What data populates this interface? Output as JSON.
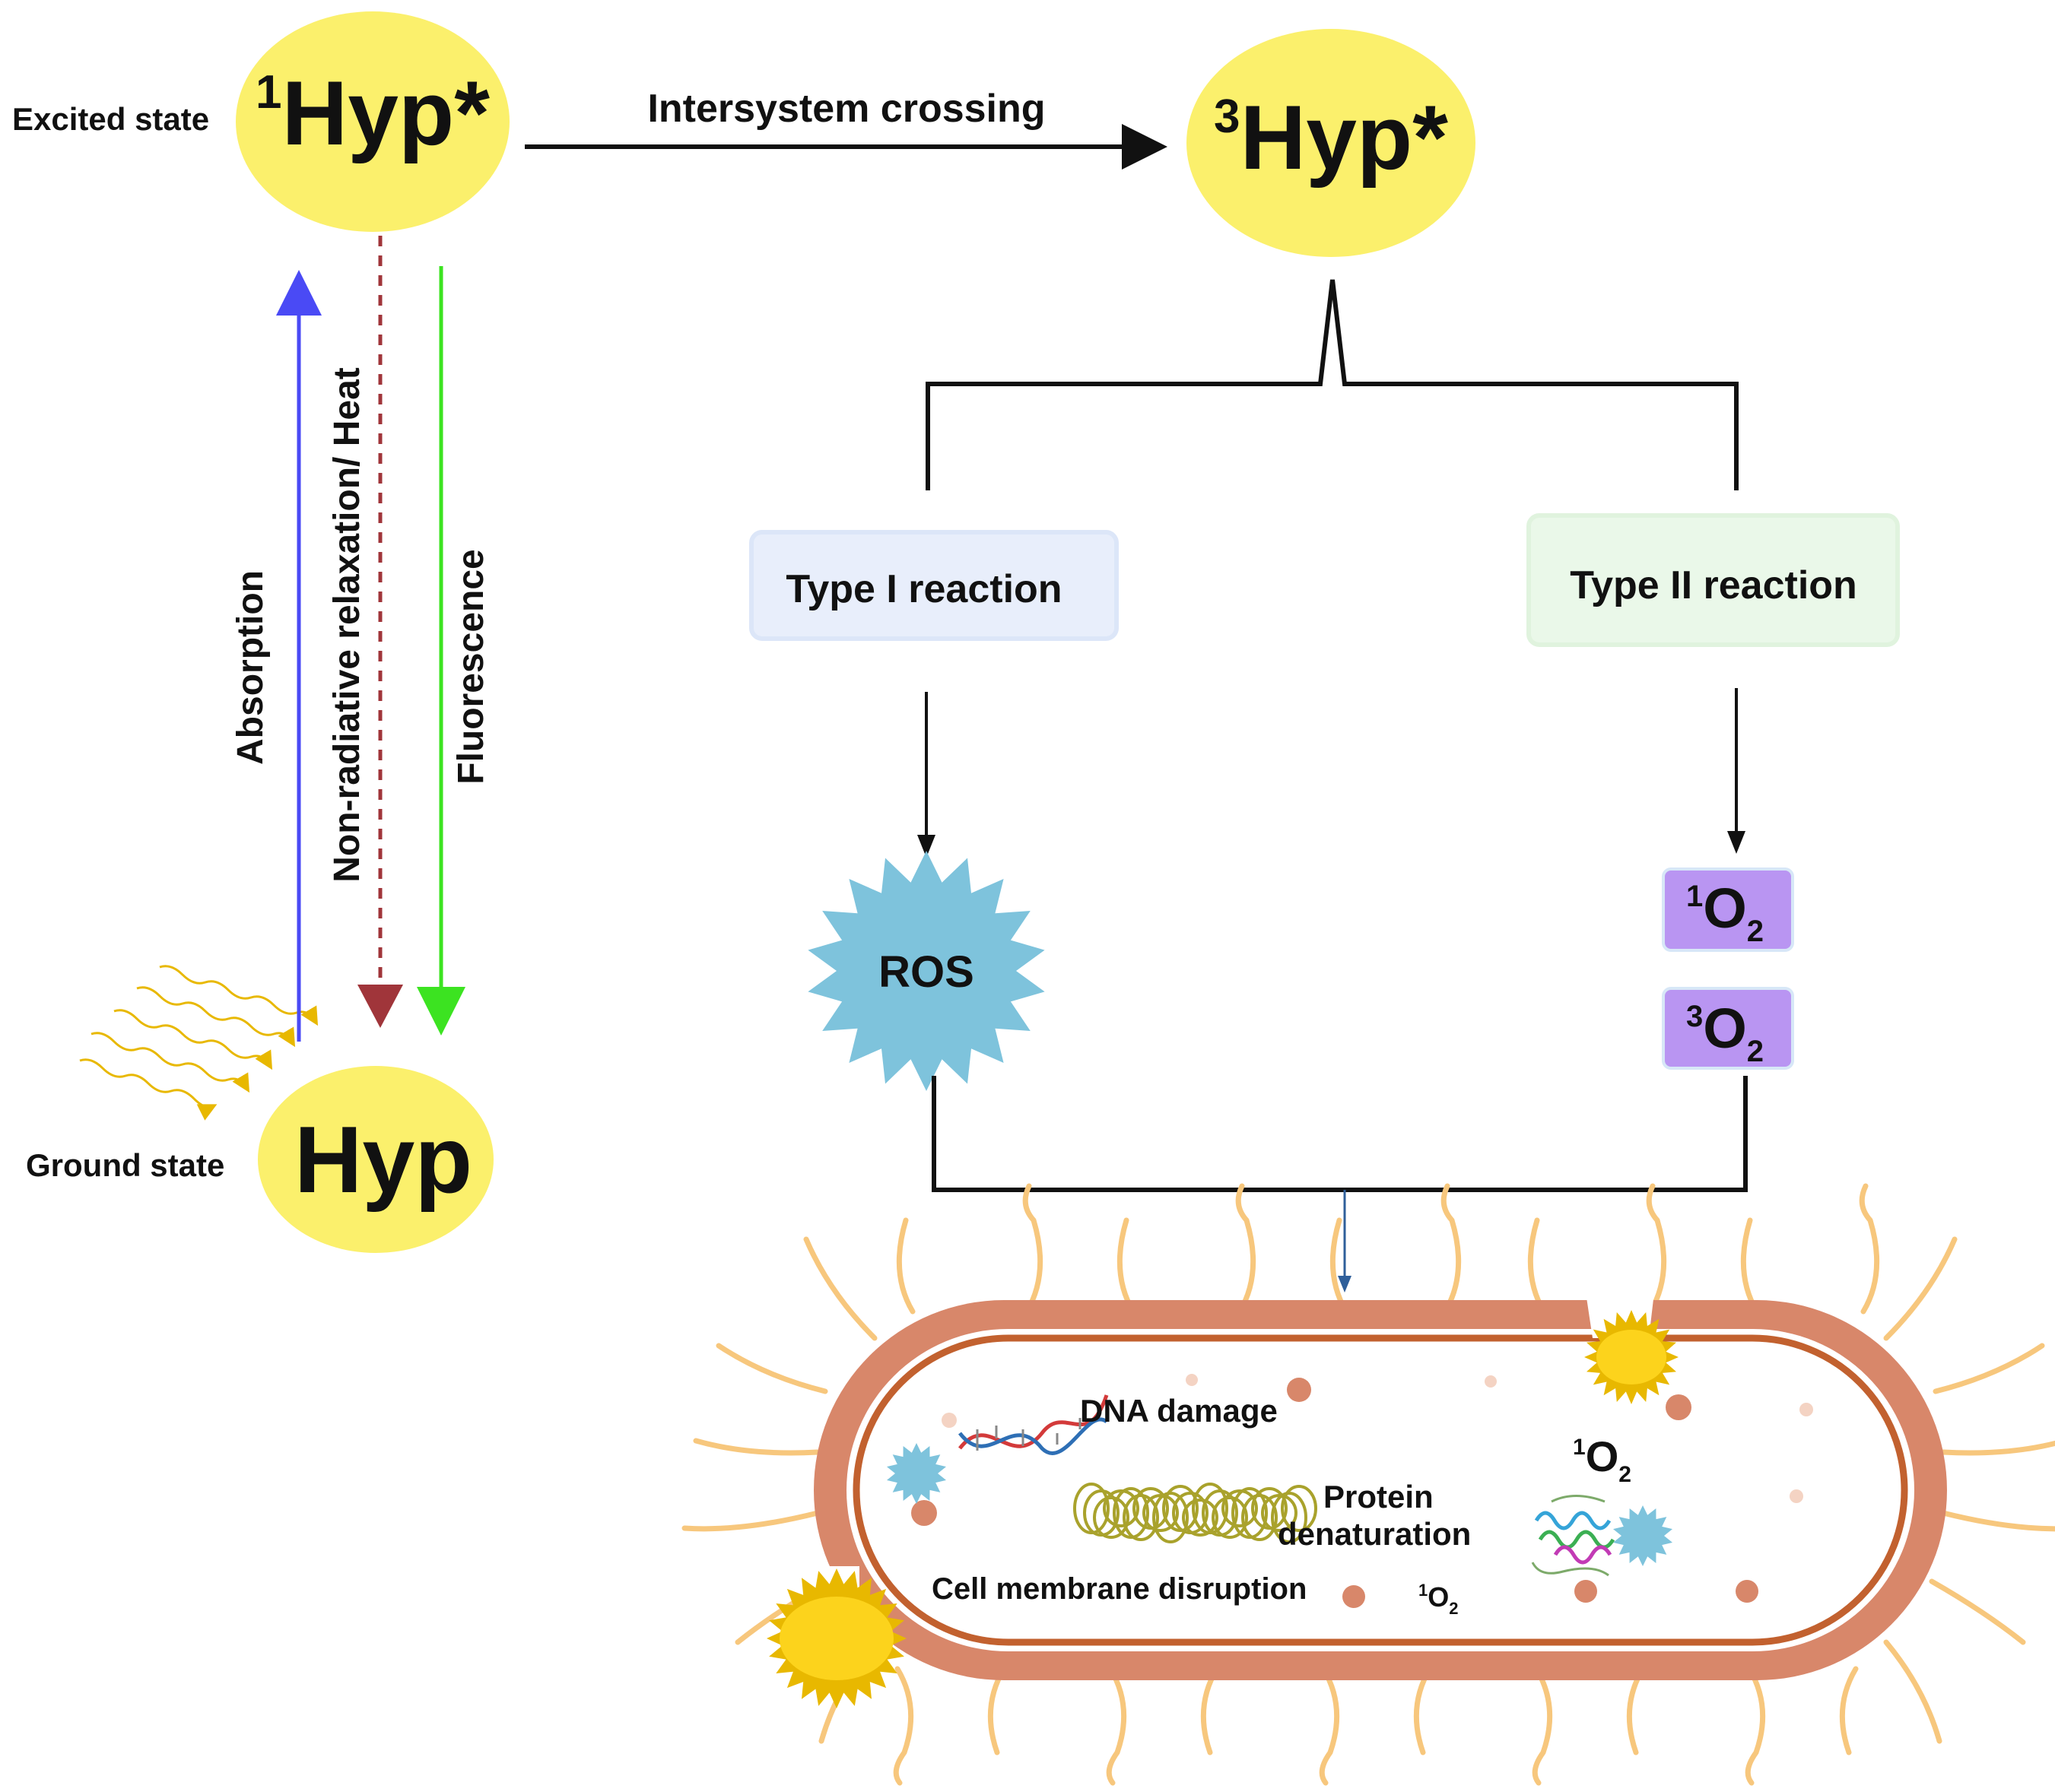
{
  "states": {
    "excited_label": "Excited state",
    "ground_label": "Ground state",
    "singlet": {
      "sup": "1",
      "text": "Hyp*"
    },
    "triplet": {
      "sup": "3",
      "text": "Hyp*"
    },
    "ground": {
      "text": "Hyp"
    }
  },
  "transitions": {
    "intersystem_crossing": "Intersystem crossing",
    "absorption": "Absorption",
    "nonradiative": "Non-radiative relaxation/ Heat",
    "fluorescence": "Fluorescence"
  },
  "reactions": {
    "type1": "Type I reaction",
    "type2": "Type II reaction",
    "ros": "ROS",
    "singlet_oxygen": {
      "sup": "1",
      "base": "O",
      "sub": "2"
    },
    "triplet_oxygen": {
      "sup": "3",
      "base": "O",
      "sub": "2"
    }
  },
  "bacterium": {
    "dna_damage": "DNA damage",
    "protein_line1": "Protein",
    "protein_line2": "denaturation",
    "membrane_disruption": "Cell membrane disruption",
    "singlet_oxygen_a": {
      "sup": "1",
      "base": "O",
      "sub": "2"
    },
    "singlet_oxygen_b": {
      "sup": "1",
      "base": "O",
      "sub": "2"
    }
  },
  "colors": {
    "state_fill": "#FBF06C",
    "absorption_arrow": "#4A4AF5",
    "nonradiative_arrow": "#A0353A",
    "fluorescence_arrow": "#3CE321",
    "ros_fill": "#7EC3DC",
    "oxygen_box": "#B995F2",
    "type1_box": "#E8EEFB",
    "type2_box": "#EAF8E9",
    "cell_wall": "#D8876A",
    "cell_inner": "#C2612F",
    "flagella": "#F7C77D",
    "light_rays": "#E8B800"
  }
}
